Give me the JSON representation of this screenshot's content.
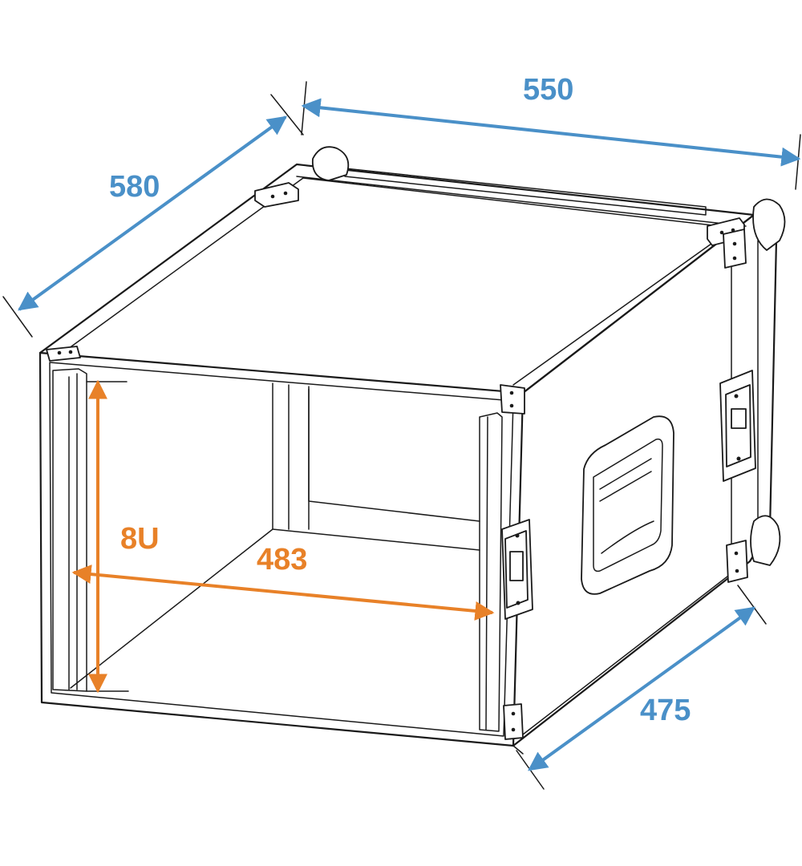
{
  "colors": {
    "outline": "#1a1a1a",
    "external_dimension": "#4a90c8",
    "internal_dimension": "#e88128",
    "background": "#ffffff"
  },
  "dimensions": {
    "width": "550",
    "depth": "580",
    "side_depth": "475",
    "rack_width": "483",
    "rack_height": "8U"
  }
}
